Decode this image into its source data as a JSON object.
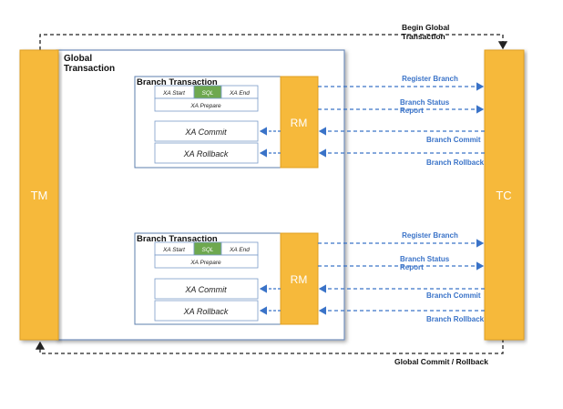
{
  "tm": {
    "label": "TM"
  },
  "tc": {
    "label": "TC"
  },
  "global_transaction": {
    "label_line1": "Global",
    "label_line2": "Transaction"
  },
  "top_flow": {
    "label_line1": "Begin Global",
    "label_line2": "Transaction"
  },
  "bottom_flow": {
    "label": "Global Commit / Rollback"
  },
  "branches": [
    {
      "title": "Branch Transaction",
      "xa_start": "XA Start",
      "sql": "SQL",
      "xa_end": "XA End",
      "xa_prepare": "XA Prepare",
      "xa_commit": "XA Commit",
      "xa_rollback": "XA Rollback",
      "rm": "RM",
      "arrows": {
        "register": "Register Branch",
        "status_line1": "Branch Status",
        "status_line2": "Report",
        "commit": "Branch Commit",
        "rollback": "Branch Rollback"
      }
    },
    {
      "title": "Branch Transaction",
      "xa_start": "XA Start",
      "sql": "SQL",
      "xa_end": "XA End",
      "xa_prepare": "XA Prepare",
      "xa_commit": "XA Commit",
      "xa_rollback": "XA Rollback",
      "rm": "RM",
      "arrows": {
        "register": "Register Branch",
        "status_line1": "Branch Status",
        "status_line2": "Report",
        "commit": "Branch Commit",
        "rollback": "Branch Rollback"
      }
    }
  ],
  "colors": {
    "orange": "#f6b93b",
    "orange_border": "#e0a023",
    "sql_green": "#6ea84f",
    "arrow_blue": "#3a73c8",
    "box_blue": "#7a9cc9",
    "dashed_black": "#222222"
  }
}
